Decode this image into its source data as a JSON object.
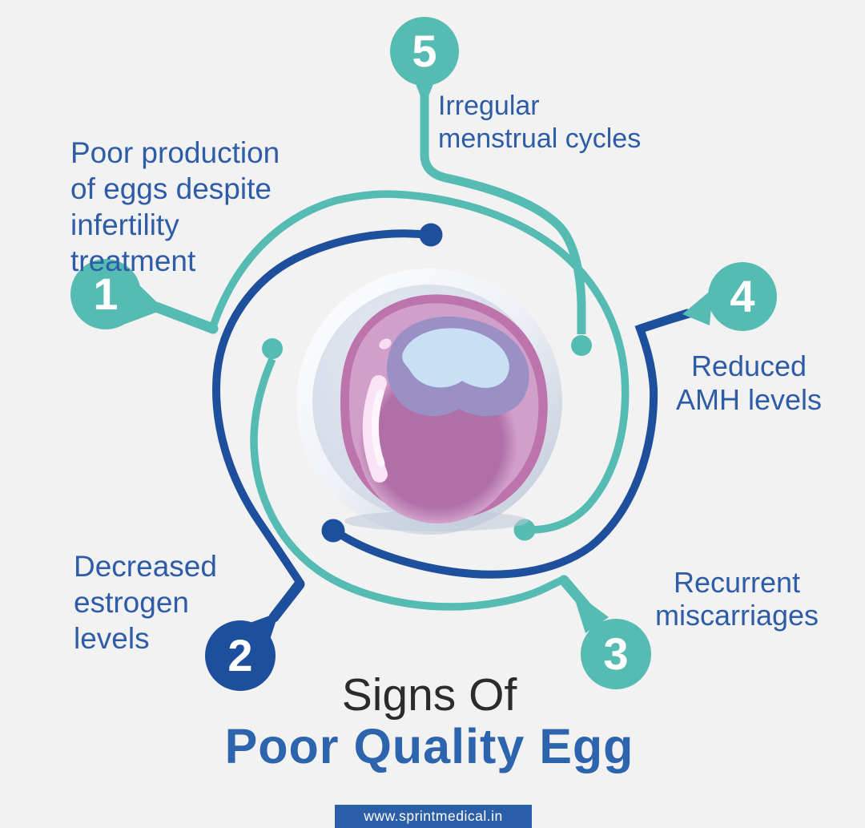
{
  "infographic": {
    "title_line1": "Signs Of",
    "title_line2": "Poor Quality Egg",
    "website": "www.sprintmedical.in",
    "center_illustration": "egg-cell-icon",
    "signs": [
      {
        "number": "1",
        "label": "Poor production\nof eggs despite\ninfertility\ntreatment"
      },
      {
        "number": "2",
        "label": "Decreased\nestrogen\nlevels"
      },
      {
        "number": "3",
        "label": "Recurrent\nmiscarriages"
      },
      {
        "number": "4",
        "label": "Reduced\nAMH levels"
      },
      {
        "number": "5",
        "label": "Irregular\nmenstrual cycles"
      }
    ],
    "colors": {
      "background": "#f2f2f2",
      "teal": "#55bbb3",
      "dark_blue": "#1e4f9c",
      "label_text": "#2e5ca6",
      "title_dark": "#2b2b2b",
      "title_accent": "#2c64ad",
      "footer_bar": "#2a5ea9",
      "egg_pink": "#d1a0ca",
      "egg_dark_pink": "#b06fa7",
      "nucleus_blue": "#c9e0f4",
      "nucleus_purple": "#9a90c6"
    }
  }
}
